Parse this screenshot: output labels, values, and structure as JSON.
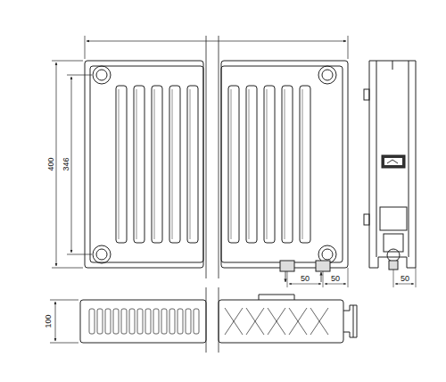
{
  "diagram": {
    "labels": [
      "400",
      "346",
      "50",
      "50",
      "50",
      "100"
    ]
  }
}
